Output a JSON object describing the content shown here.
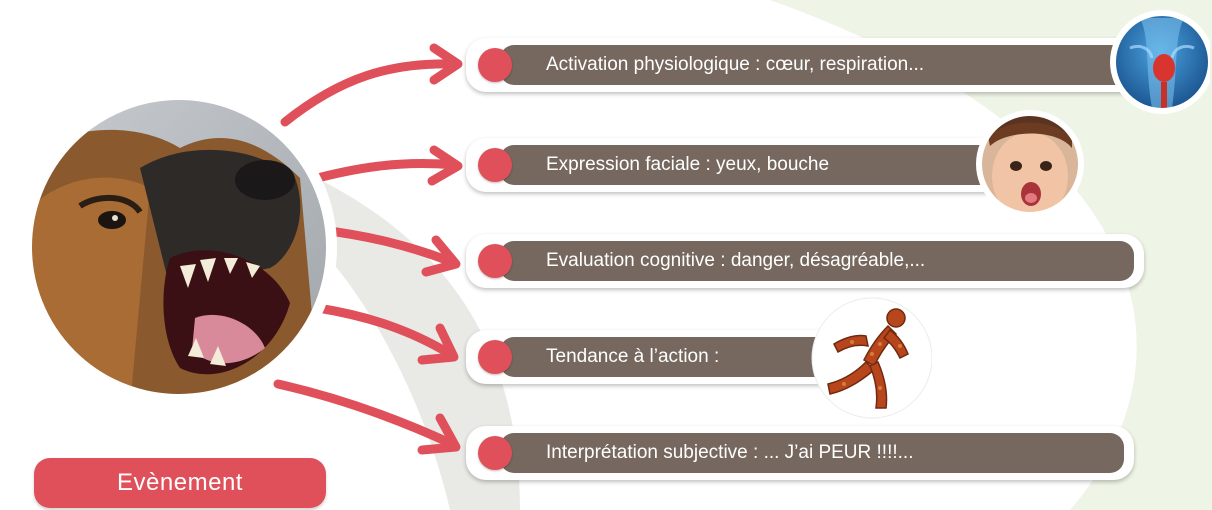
{
  "event": {
    "label": "Evènement",
    "image": "angry-dog-photo"
  },
  "responses": [
    {
      "label": "Activation physiologique : cœur, respiration...",
      "image": "anatomy-heart-thumbnail"
    },
    {
      "label": "Expression faciale : yeux, bouche",
      "image": "scared-child-face-thumbnail"
    },
    {
      "label": "Evaluation cognitive : danger, désagréable,...",
      "image": ""
    },
    {
      "label": "Tendance à l’action :",
      "image": "running-figure-thumbnail"
    },
    {
      "label": "Interprétation subjective : ... J’ai PEUR !!!!...",
      "image": ""
    }
  ],
  "colors": {
    "accent_red": "#e0505a",
    "pill_brown": "#76685e",
    "background_stripe_gray": "#e9e9e5",
    "background_stripe_green": "#eef4e6"
  }
}
